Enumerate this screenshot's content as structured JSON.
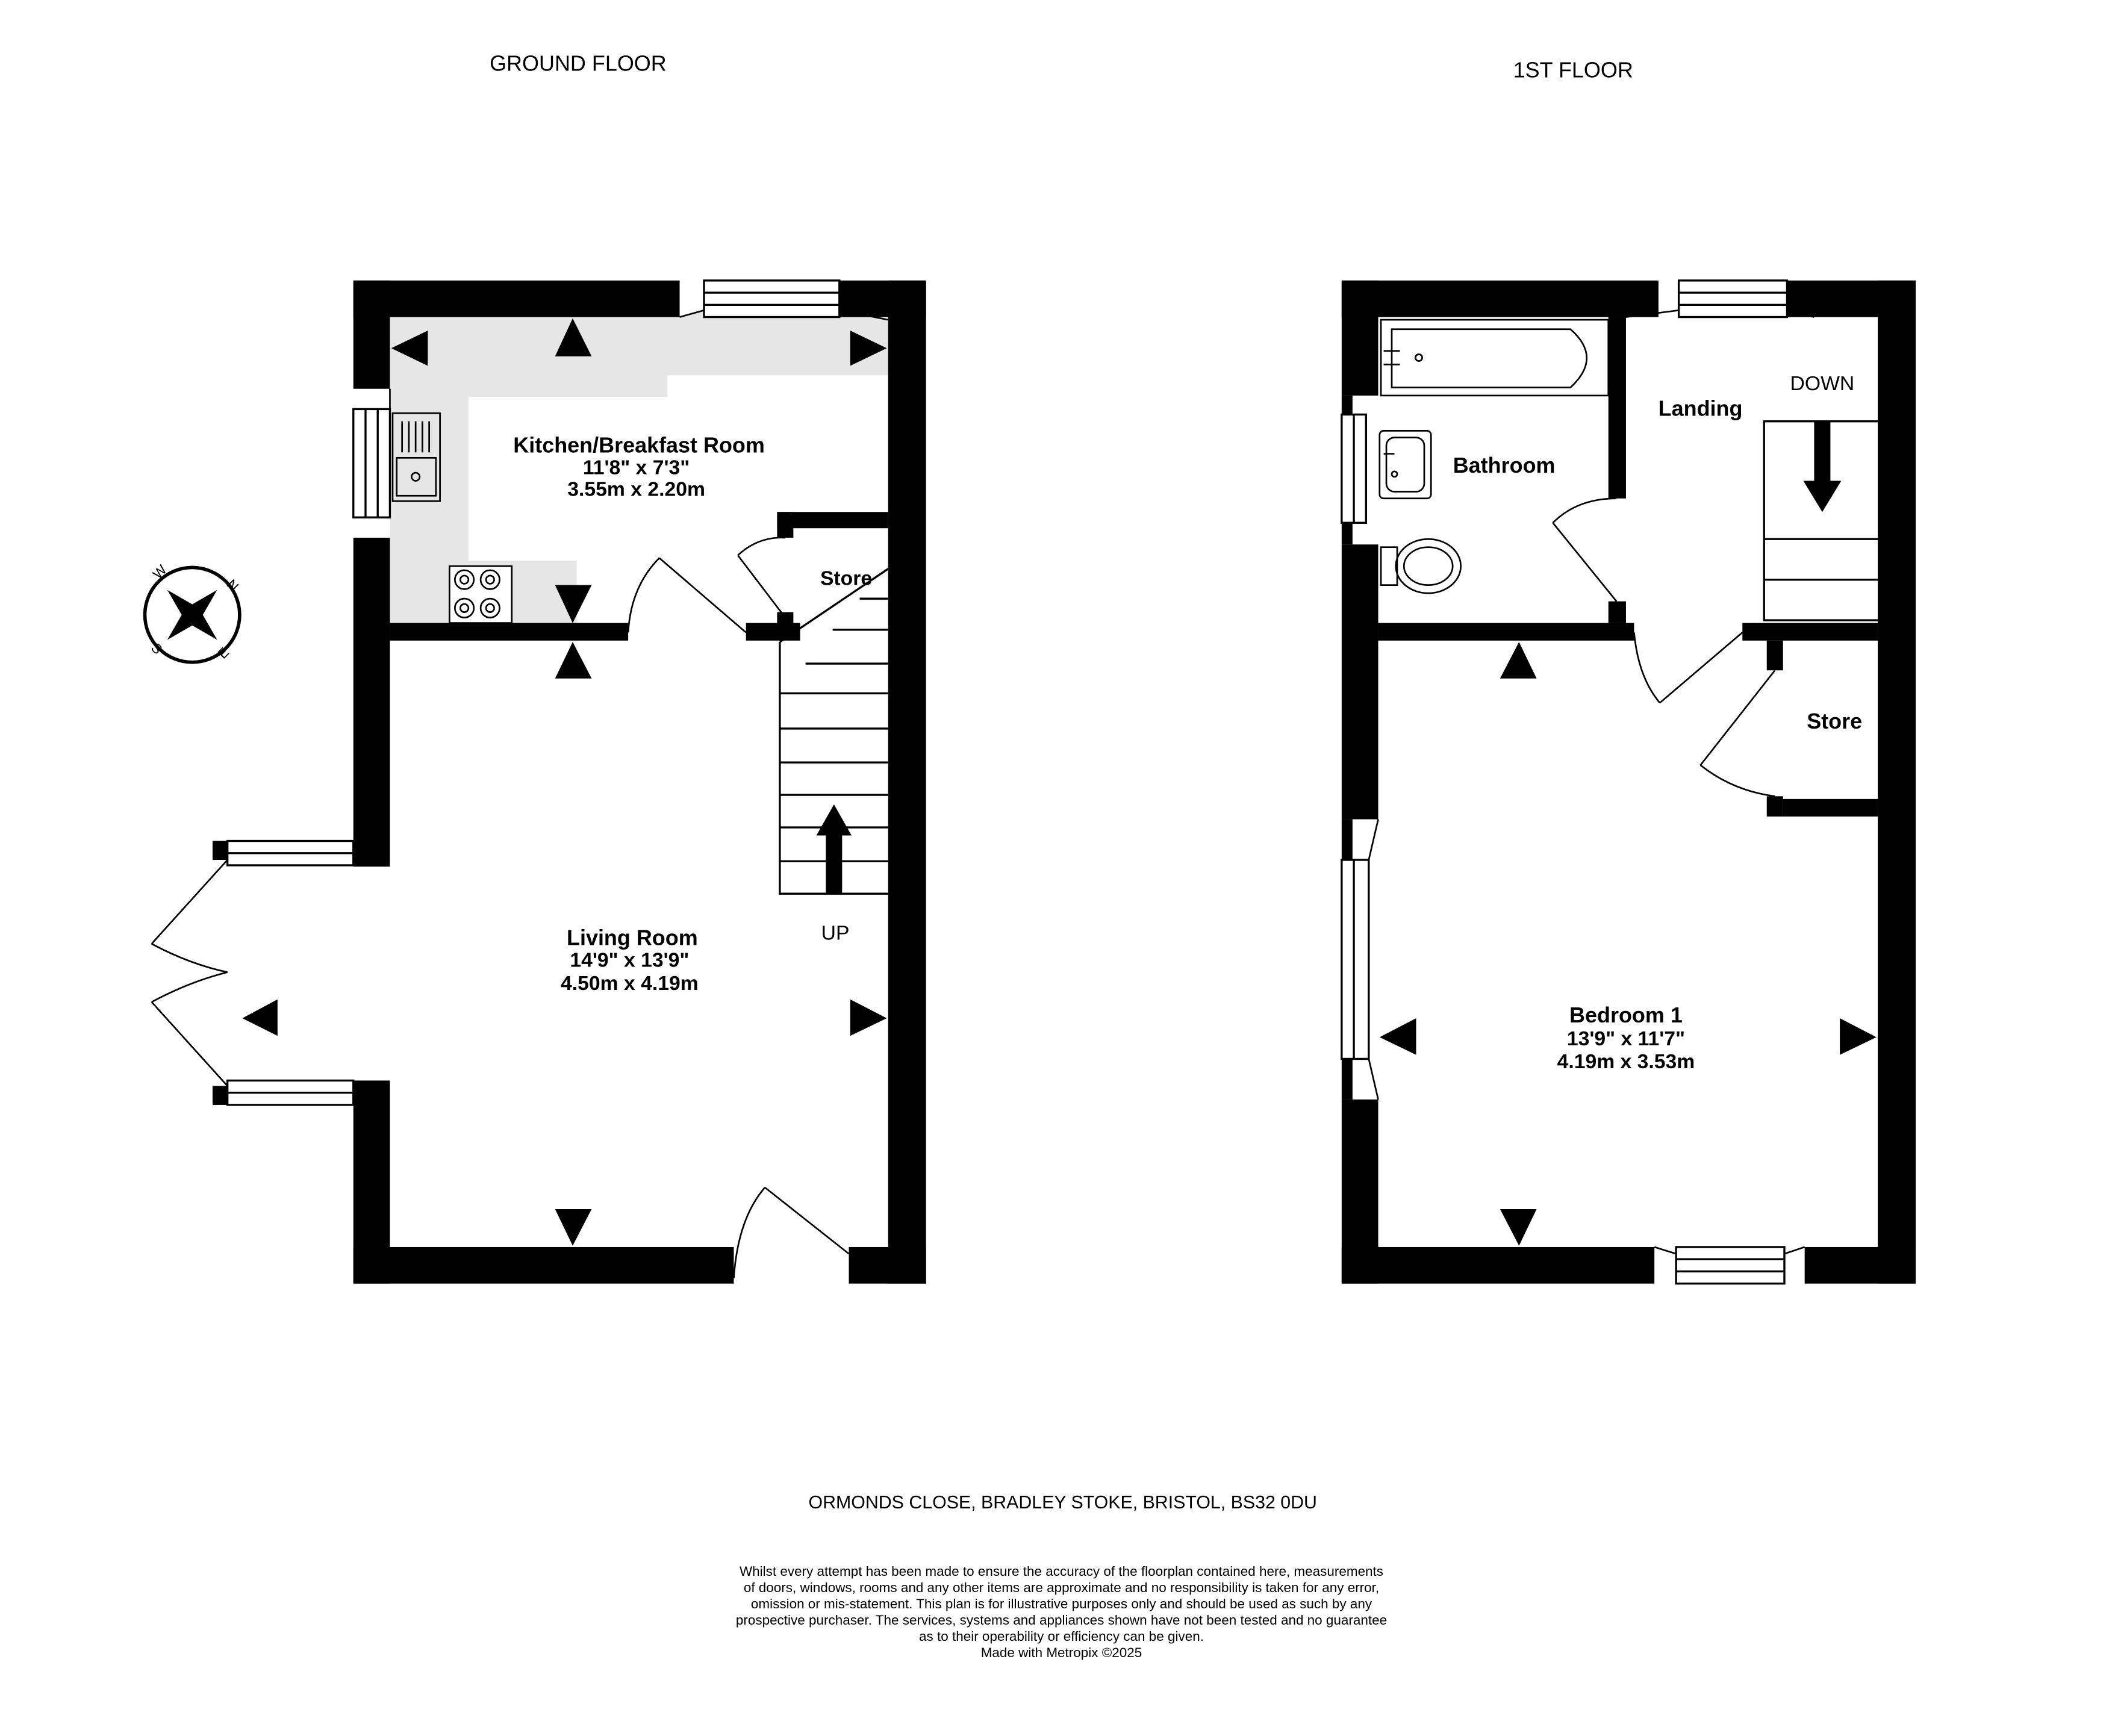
{
  "ground_floor": {
    "title": "GROUND FLOOR",
    "kitchen": {
      "name": "Kitchen/Breakfast Room",
      "dim_imperial": "11'8\"  x 7'3\"",
      "dim_metric": "3.55m  x 2.20m"
    },
    "living_room": {
      "name": "Living Room",
      "dim_imperial": "14'9\"  x 13'9\"",
      "dim_metric": "4.50m  x 4.19m"
    },
    "store": "Store",
    "stairs_label": "UP"
  },
  "first_floor": {
    "title": "1ST FLOOR",
    "bathroom": "Bathroom",
    "landing": "Landing",
    "stairs_label": "DOWN",
    "store": "Store",
    "bedroom": {
      "name": "Bedroom 1",
      "dim_imperial": "13'9\"  x 11'7\"",
      "dim_metric": "4.19m  x 3.53m"
    }
  },
  "compass": {
    "north": "N",
    "east": "E",
    "south": "S",
    "west": "W"
  },
  "address": "ORMONDS CLOSE, BRADLEY STOKE, BRISTOL, BS32 0DU",
  "disclaimer": [
    "Whilst every attempt has been made to ensure the accuracy of the floorplan contained here, measurements",
    "of doors, windows, rooms and any other items are approximate and no responsibility is taken for any error,",
    "omission or mis-statement. This plan is for illustrative purposes only and should be used as such by any",
    "prospective purchaser. The services, systems and appliances shown have not been tested and no guarantee",
    "as to their operability or efficiency can be given.",
    "Made with Metropix ©2025"
  ],
  "colors": {
    "wall": "#000000",
    "kitchen_floor": "#e6e6e6",
    "background": "#ffffff"
  }
}
